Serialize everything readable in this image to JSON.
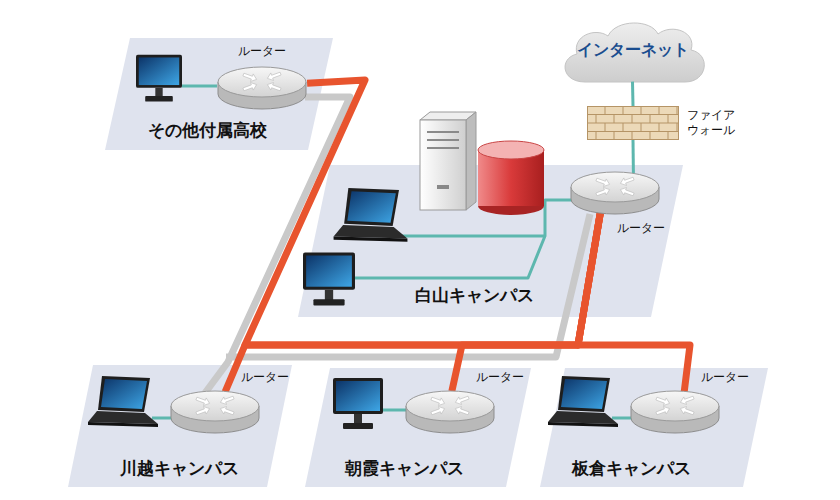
{
  "diagram": {
    "nodes": [
      {
        "text": [
          "その他付属高校"
        ]
      },
      {
        "text": [
          "ルーター"
        ],
        "in": 0
      },
      {
        "text": [
          "インターネット"
        ]
      },
      {
        "text": [
          "ファイア ウォール"
        ]
      },
      {
        "text": [
          "白山キャンパス"
        ]
      },
      {
        "text": [
          "ルーター"
        ],
        "in": 4
      },
      {
        "text": [
          "川越キャンパス"
        ]
      },
      {
        "text": [
          "ルーター"
        ],
        "in": 6
      },
      {
        "text": [
          "朝霞キャンパス"
        ]
      },
      {
        "text": [
          "ルーター"
        ],
        "in": 8
      },
      {
        "text": [
          "板倉キャンパス"
        ]
      },
      {
        "text": [
          "ルーター"
        ],
        "in": 10
      }
    ],
    "edges": [
      {
        "from": 2,
        "to": 3,
        "arrow": "none"
      },
      {
        "from": 3,
        "to": 5,
        "arrow": "none"
      },
      {
        "from": 5,
        "to": 1,
        "arrow": "none"
      },
      {
        "from": 5,
        "to": 7,
        "arrow": "none"
      },
      {
        "from": 5,
        "to": 9,
        "arrow": "none"
      },
      {
        "from": 5,
        "to": 11,
        "arrow": "none"
      }
    ]
  }
}
